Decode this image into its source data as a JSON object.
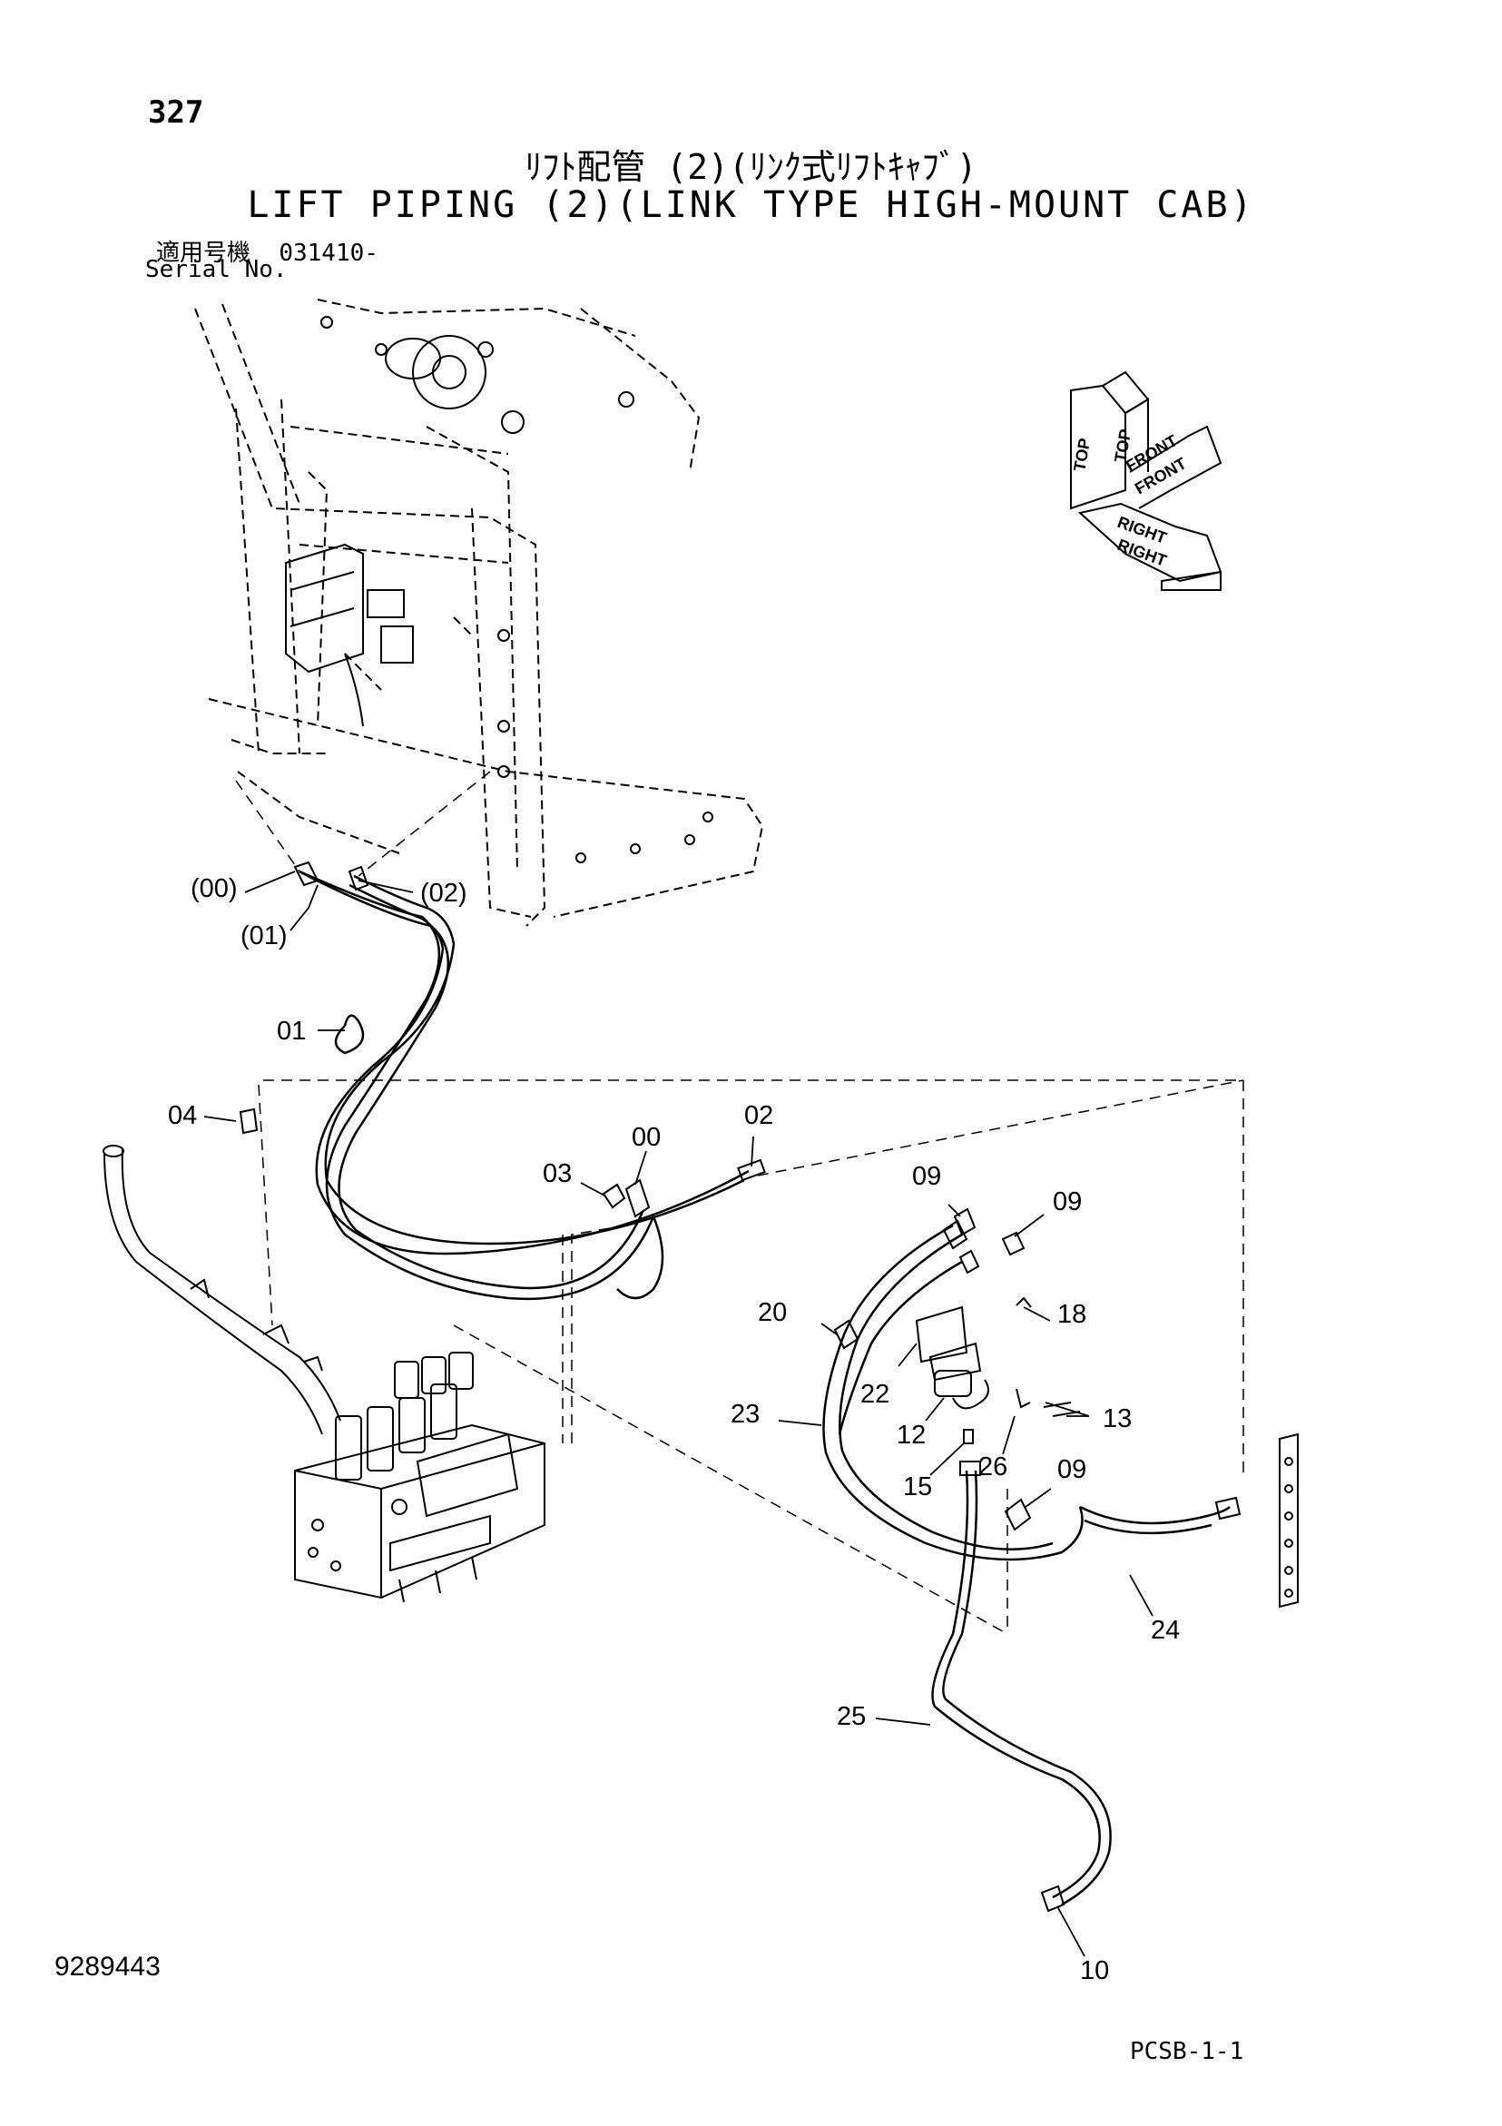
{
  "header": {
    "page_number": "327",
    "title_jp": "ﾘﾌﾄ配管 (2)(ﾘﾝｸ式ﾘﾌﾄｷｬﾌﾞ)",
    "title_en": "LIFT PIPING (2)(LINK TYPE HIGH-MOUNT CAB)",
    "serial_label_jp": "適用号機",
    "serial_value": "031410-",
    "serial_label_en": "Serial No."
  },
  "orientation": {
    "top": "TOP",
    "front": "FRONT",
    "right": "RIGHT"
  },
  "callouts": {
    "p00b": "(00)",
    "p01b": "(01)",
    "p02b": "(02)",
    "p01": "01",
    "p04": "04",
    "p03": "03",
    "p00": "00",
    "p02": "02",
    "p09a": "09",
    "p09b": "09",
    "p09c": "09",
    "p20": "20",
    "p18": "18",
    "p22": "22",
    "p13": "13",
    "p23": "23",
    "p12": "12",
    "p26": "26",
    "p15": "15",
    "p24": "24",
    "p25": "25",
    "p10": "10"
  },
  "footer": {
    "drawing_number": "9289443",
    "sheet_code": "PCSB-1-1"
  }
}
